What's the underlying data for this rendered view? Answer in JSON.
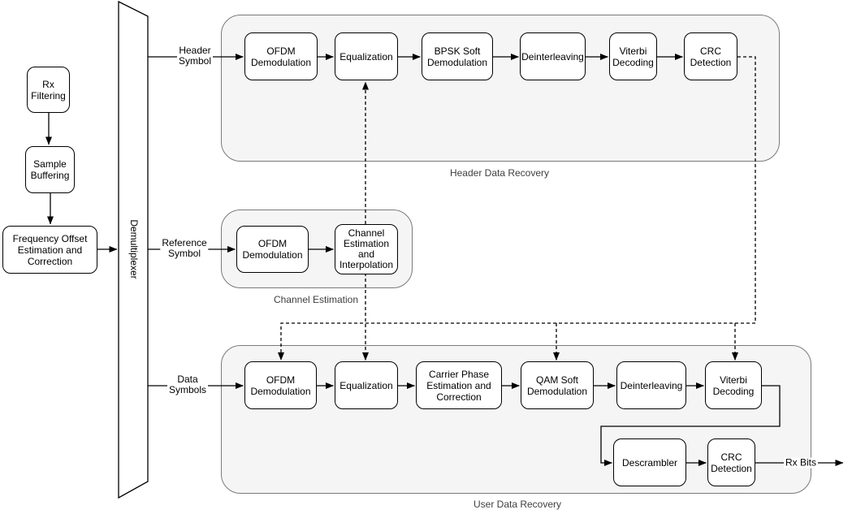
{
  "blocks": {
    "rx_filtering": "Rx\nFiltering",
    "sample_buffering": "Sample\nBuffering",
    "freq_offset": "Frequency Offset\nEstimation and\nCorrection",
    "demultiplexer": "Demultiplexer",
    "hdr_ofdm": "OFDM\nDemodulation",
    "hdr_eq": "Equalization",
    "hdr_bpsk": "BPSK Soft\nDemodulation",
    "hdr_deint": "Deinterleaving",
    "hdr_viterbi": "Viterbi\nDecoding",
    "hdr_crc": "CRC\nDetection",
    "ce_ofdm": "OFDM\nDemodulation",
    "ce_est": "Channel\nEstimation\nand\nInterpolation",
    "usr_ofdm": "OFDM\nDemodulation",
    "usr_eq": "Equalization",
    "usr_cpe": "Carrier Phase\nEstimation and\nCorrection",
    "usr_qam": "QAM Soft\nDemodulation",
    "usr_deint": "Deinterleaving",
    "usr_viterbi": "Viterbi\nDecoding",
    "usr_descrambler": "Descrambler",
    "usr_crc": "CRC\nDetection"
  },
  "groups": {
    "header": "Header Data Recovery",
    "channel": "Channel Estimation",
    "user": "User Data Recovery"
  },
  "edge_labels": {
    "header_symbol": "Header\nSymbol",
    "reference_symbol": "Reference\nSymbol",
    "data_symbols": "Data\nSymbols",
    "rx_bits": "Rx Bits"
  },
  "colors": {
    "group_fill": "#f5f5f5",
    "group_stroke": "#7a7a7a",
    "block_fill": "#ffffff",
    "block_stroke": "#000000",
    "line": "#000000",
    "group_label_text": "#3f3f3f"
  }
}
